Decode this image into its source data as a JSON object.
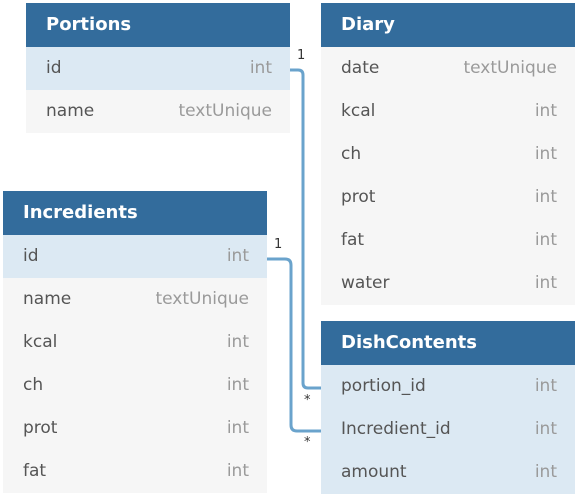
{
  "tables": {
    "portions": {
      "name": "Portions",
      "fields": [
        {
          "name": "id",
          "type": "int"
        },
        {
          "name": "name",
          "type": "textUnique"
        }
      ]
    },
    "diary": {
      "name": "Diary",
      "fields": [
        {
          "name": "date",
          "type": "textUnique"
        },
        {
          "name": "kcal",
          "type": "int"
        },
        {
          "name": "ch",
          "type": "int"
        },
        {
          "name": "prot",
          "type": "int"
        },
        {
          "name": "fat",
          "type": "int"
        },
        {
          "name": "water",
          "type": "int"
        }
      ]
    },
    "incredients": {
      "name": "Incredients",
      "fields": [
        {
          "name": "id",
          "type": "int"
        },
        {
          "name": "name",
          "type": "textUnique"
        },
        {
          "name": "kcal",
          "type": "int"
        },
        {
          "name": "ch",
          "type": "int"
        },
        {
          "name": "prot",
          "type": "int"
        },
        {
          "name": "fat",
          "type": "int"
        }
      ]
    },
    "dishcontents": {
      "name": "DishContents",
      "fields": [
        {
          "name": "portion_id",
          "type": "int"
        },
        {
          "name": "Incredient_id",
          "type": "int"
        },
        {
          "name": "amount",
          "type": "int"
        }
      ]
    }
  },
  "relations": [
    {
      "from": "Portions.id",
      "to": "DishContents.portion_id",
      "from_card": "1",
      "to_card": "*"
    },
    {
      "from": "Incredients.id",
      "to": "DishContents.Incredient_id",
      "from_card": "1",
      "to_card": "*"
    }
  ],
  "colors": {
    "header": "#336c9c",
    "highlight_row": "#dce9f3",
    "row": "#f6f6f6",
    "connector": "#6aa3cc"
  }
}
